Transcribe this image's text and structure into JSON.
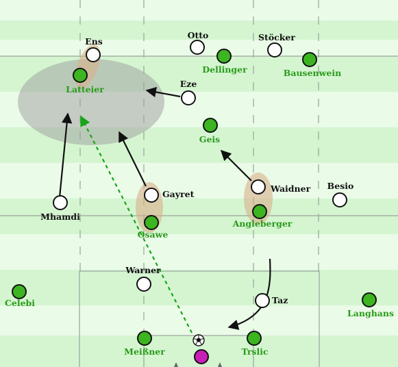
{
  "colors": {
    "stripe_light": "#eafbe8",
    "stripe_dark": "#d4f5d0",
    "line": "#9aa39a",
    "green_player": "#3cb521",
    "green_text": "#2a9a1a",
    "white_player": "#ffffff",
    "label_dark": "#111111",
    "arrow": "#111111",
    "pass": "#19a319",
    "goalkeeper": "#c81fb7",
    "highlight_zone": "#9e9e9e",
    "pairing_highlight": "#d8b08c"
  },
  "players": {
    "ens": "Ens",
    "otto": "Otto",
    "stoecker": "Stöcker",
    "dellinger": "Dellinger",
    "bausenwein": "Bausenwein",
    "latteier": "Latteier",
    "eze": "Eze",
    "geis": "Geis",
    "gayret": "Gayret",
    "waidner": "Waidner",
    "besio": "Besio",
    "mhamdi": "Mhamdi",
    "osawe": "Osawe",
    "angleberger": "Angleberger",
    "warner": "Warner",
    "celebi": "Celebi",
    "taz": "Taz",
    "langhans": "Langhans",
    "meissner": "Meißner",
    "trslic": "Trslic"
  },
  "icons": {
    "ball": "soccer-ball-icon"
  }
}
